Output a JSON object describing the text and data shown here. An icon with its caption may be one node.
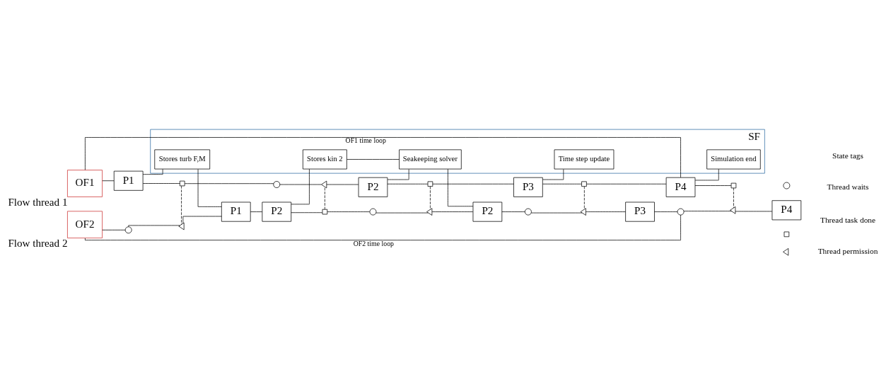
{
  "diagram": {
    "nodes": [
      {
        "text": [
          "OF1"
        ],
        "beside": [
          "Flow thread 1"
        ]
      },
      {
        "text": [
          "P1"
        ]
      },
      {
        "text": [],
        "shape": "box"
      },
      {
        "text": [],
        "shape": "circle"
      },
      {
        "text": [],
        "shape": "triangle"
      },
      {
        "text": [
          "P2"
        ]
      },
      {
        "text": [],
        "shape": "box"
      },
      {
        "text": [
          "P3"
        ]
      },
      {
        "text": [],
        "shape": "box"
      },
      {
        "text": [
          "P4"
        ]
      },
      {
        "text": [],
        "shape": "box"
      },
      {
        "text": [
          "SF"
        ]
      },
      {
        "text": [
          "Stores turb F,M"
        ],
        "in": 11
      },
      {
        "text": [
          "Stores kin 2"
        ],
        "in": 11
      },
      {
        "text": [
          "Seakeeping solver"
        ],
        "in": 11
      },
      {
        "text": [
          "Time step update"
        ],
        "in": 11
      },
      {
        "text": [
          "Simulation end"
        ],
        "in": 11
      },
      {
        "text": [
          "OF2"
        ],
        "beside": [
          "Flow thread 2"
        ]
      },
      {
        "text": [],
        "shape": "circle"
      },
      {
        "text": [],
        "shape": "triangle"
      },
      {
        "text": [
          "P1"
        ]
      },
      {
        "text": [
          "P2"
        ]
      },
      {
        "text": [],
        "shape": "box"
      },
      {
        "text": [],
        "shape": "circle"
      },
      {
        "text": [],
        "shape": "triangle"
      },
      {
        "text": [
          "P2"
        ]
      },
      {
        "text": [],
        "shape": "circle"
      },
      {
        "text": [],
        "shape": "triangle"
      },
      {
        "text": [
          "P3"
        ]
      },
      {
        "text": [],
        "shape": "circle"
      },
      {
        "text": [],
        "shape": "triangle"
      },
      {
        "text": [
          "P4"
        ]
      }
    ],
    "edges": [
      {
        "from": 0,
        "to": 1,
        "arrow": "none"
      },
      {
        "from": 1,
        "to": 2,
        "arrow": "none"
      },
      {
        "from": 2,
        "to": 3,
        "arrow": "none"
      },
      {
        "from": 3,
        "to": 4,
        "arrow": "none"
      },
      {
        "from": 4,
        "to": 5,
        "arrow": "none"
      },
      {
        "from": 5,
        "to": 6,
        "arrow": "none"
      },
      {
        "from": 6,
        "to": 7,
        "arrow": "none"
      },
      {
        "from": 7,
        "to": 8,
        "arrow": "none"
      },
      {
        "from": 8,
        "to": 9,
        "arrow": "none"
      },
      {
        "from": 9,
        "to": 10,
        "arrow": "none"
      },
      {
        "from": 0,
        "to": 9,
        "arrow": "none",
        "label": "OF1 time loop"
      },
      {
        "from": 1,
        "to": 12,
        "arrow": "none"
      },
      {
        "from": 5,
        "to": 14,
        "arrow": "none"
      },
      {
        "from": 7,
        "to": 15,
        "arrow": "none"
      },
      {
        "from": 9,
        "to": 16,
        "arrow": "none"
      },
      {
        "from": 13,
        "to": 14,
        "arrow": "none"
      },
      {
        "from": 17,
        "to": 18,
        "arrow": "none"
      },
      {
        "from": 18,
        "to": 19,
        "arrow": "none"
      },
      {
        "from": 19,
        "to": 20,
        "arrow": "none"
      },
      {
        "from": 20,
        "to": 21,
        "arrow": "none"
      },
      {
        "from": 21,
        "to": 22,
        "arrow": "none"
      },
      {
        "from": 22,
        "to": 23,
        "arrow": "none"
      },
      {
        "from": 23,
        "to": 24,
        "arrow": "none"
      },
      {
        "from": 24,
        "to": 25,
        "arrow": "none"
      },
      {
        "from": 25,
        "to": 26,
        "arrow": "none"
      },
      {
        "from": 26,
        "to": 27,
        "arrow": "none"
      },
      {
        "from": 27,
        "to": 28,
        "arrow": "none"
      },
      {
        "from": 28,
        "to": 29,
        "arrow": "none"
      },
      {
        "from": 29,
        "to": 30,
        "arrow": "none"
      },
      {
        "from": 30,
        "to": 31,
        "arrow": "none"
      },
      {
        "from": 17,
        "to": 29,
        "arrow": "none",
        "label": "OF2 time loop"
      },
      {
        "from": 20,
        "to": 12,
        "arrow": "none"
      },
      {
        "from": 21,
        "to": 13,
        "arrow": "none"
      },
      {
        "from": 25,
        "to": 14,
        "arrow": "none"
      },
      {
        "from": 2,
        "to": 19,
        "arrow": "none",
        "style": "dashed"
      },
      {
        "from": 22,
        "to": 4,
        "arrow": "none",
        "style": "dashed"
      },
      {
        "from": 6,
        "to": 24,
        "arrow": "none",
        "style": "dashed"
      },
      {
        "from": 8,
        "to": 27,
        "arrow": "none",
        "style": "dashed"
      },
      {
        "from": 10,
        "to": 30,
        "arrow": "none",
        "style": "dashed"
      }
    ],
    "labels": [
      "State tags"
    ],
    "legend": [
      {
        "text": "Thread waits"
      },
      {
        "text": "Thread task done"
      },
      {
        "text": "Thread permission"
      }
    ]
  }
}
